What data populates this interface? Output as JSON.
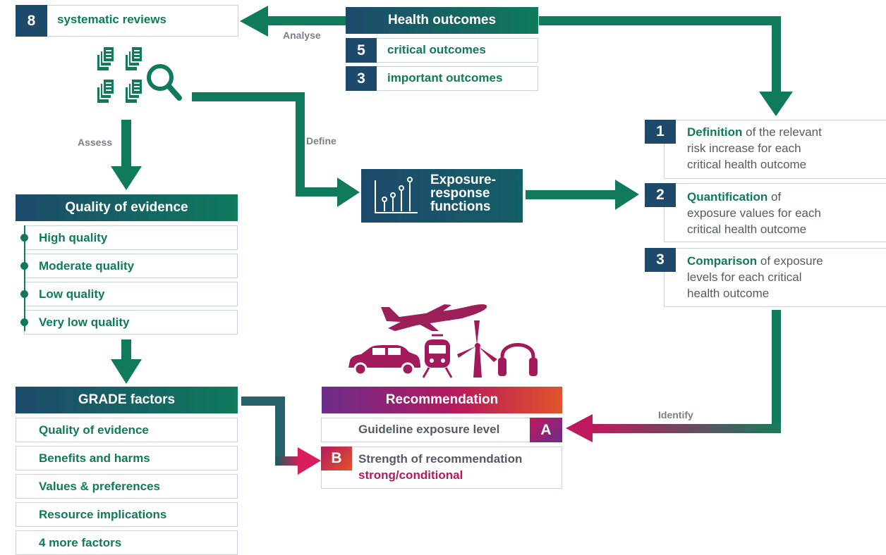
{
  "systematic_reviews": {
    "number": "8",
    "label": "systematic reviews"
  },
  "health_outcomes": {
    "title": "Health outcomes",
    "items": [
      {
        "number": "5",
        "label": "critical outcomes"
      },
      {
        "number": "3",
        "label": "important outcomes"
      }
    ]
  },
  "arrows": {
    "analyse": "Analyse",
    "assess": "Assess",
    "define": "Define",
    "identify": "Identify"
  },
  "exposure_response": {
    "line1": "Exposure-",
    "line2": "response",
    "line3": "functions"
  },
  "quality_of_evidence": {
    "title": "Quality of evidence",
    "items": [
      "High quality",
      "Moderate quality",
      "Low quality",
      "Very low quality"
    ]
  },
  "grade_factors": {
    "title": "GRADE factors",
    "items": [
      "Quality of evidence",
      "Benefits and harms",
      "Values & preferences",
      "Resource implications",
      "4 more factors"
    ]
  },
  "steps": [
    {
      "number": "1",
      "bold": "Definition",
      "rest1": " of the relevant",
      "line2": "risk increase for each",
      "line3": "critical health outcome"
    },
    {
      "number": "2",
      "bold": "Quantification",
      "rest1": " of",
      "line2": "exposure values for each",
      "line3": "critical health outcome"
    },
    {
      "number": "3",
      "bold": "Comparison",
      "rest1": " of exposure",
      "line2": "levels for each critical",
      "line3": "health outcome"
    }
  ],
  "recommendation": {
    "title": "Recommendation",
    "a_letter": "A",
    "a_label": "Guideline exposure level",
    "b_letter": "B",
    "b_label": "Strength of recommendation",
    "b_value": "strong/conditional"
  },
  "icons": [
    "documents-magnifier-icon",
    "bar-chart-icon",
    "airplane-icon",
    "car-icon",
    "train-icon",
    "wind-turbine-icon",
    "headphones-icon"
  ],
  "colors": {
    "navy": "#1d4a6b",
    "green": "#0f7a5c",
    "magenta": "#b5195e",
    "orange": "#e0542a",
    "purple": "#7b2d8e"
  }
}
